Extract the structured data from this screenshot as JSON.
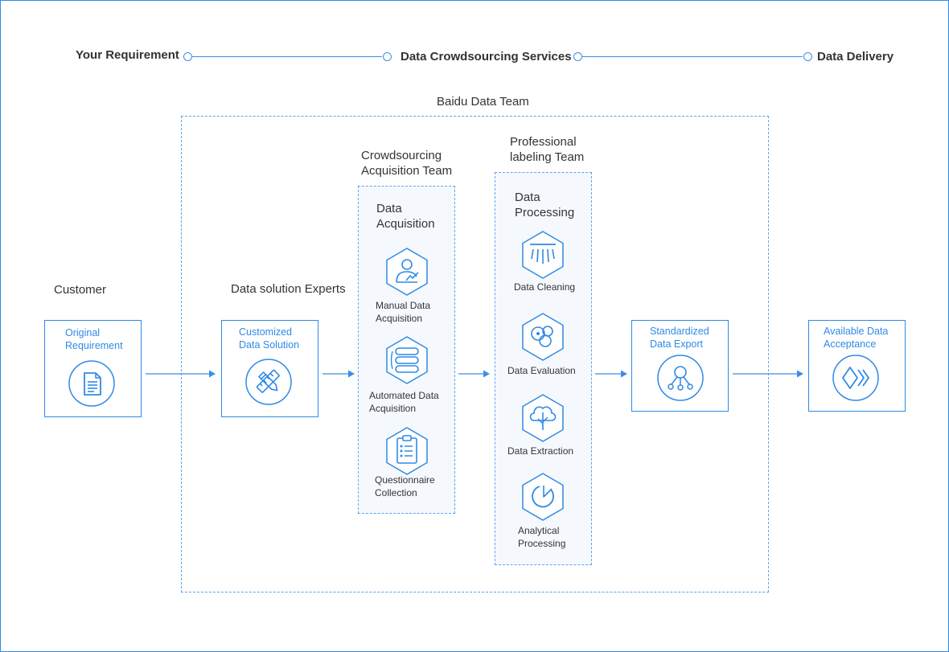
{
  "timeline": {
    "step1": "Your Requirement",
    "step2": "Data Crowdsourcing Services",
    "step3": "Data Delivery"
  },
  "team": {
    "title": "Baidu Data Team"
  },
  "customer": {
    "heading": "Customer",
    "box_line1": "Original",
    "box_line2": "Requirement",
    "icon": "document-icon"
  },
  "experts": {
    "heading": "Data solution Experts",
    "box_line1": "Customized",
    "box_line2": "Data Solution",
    "icon": "pencil-ruler-icon"
  },
  "acquisition": {
    "heading_line1": "Crowdsourcing",
    "heading_line2": "Acquisition Team",
    "title_line1": "Data",
    "title_line2": "Acquisition",
    "items": [
      {
        "line1": "Manual Data",
        "line2": "Acquisition",
        "icon": "person-chart-icon"
      },
      {
        "line1": "Automated Data",
        "line2": "Acquisition",
        "icon": "database-icon"
      },
      {
        "line1": "Questionnaire",
        "line2": "Collection",
        "icon": "clipboard-icon"
      }
    ]
  },
  "processing": {
    "heading_line1": "Professional",
    "heading_line2": "labeling Team",
    "title_line1": "Data",
    "title_line2": "Processing",
    "items": [
      {
        "line1": "Data Cleaning",
        "line2": "",
        "icon": "shower-icon"
      },
      {
        "line1": "Data Evaluation",
        "line2": "",
        "icon": "bubbles-icon"
      },
      {
        "line1": "Data Extraction",
        "line2": "",
        "icon": "tree-icon"
      },
      {
        "line1": "Analytical",
        "line2": "Processing",
        "icon": "pie-icon"
      }
    ]
  },
  "export": {
    "box_line1": "Standardized",
    "box_line2": "Data Export",
    "icon": "network-icon"
  },
  "acceptance": {
    "box_line1": "Available Data",
    "box_line2": "Acceptance",
    "icon": "chevrons-icon"
  },
  "colors": {
    "accent": "#2f8ae6",
    "dashed": "#5aa7ee",
    "column_bg": "#f5f9fe",
    "text": "#333333"
  }
}
